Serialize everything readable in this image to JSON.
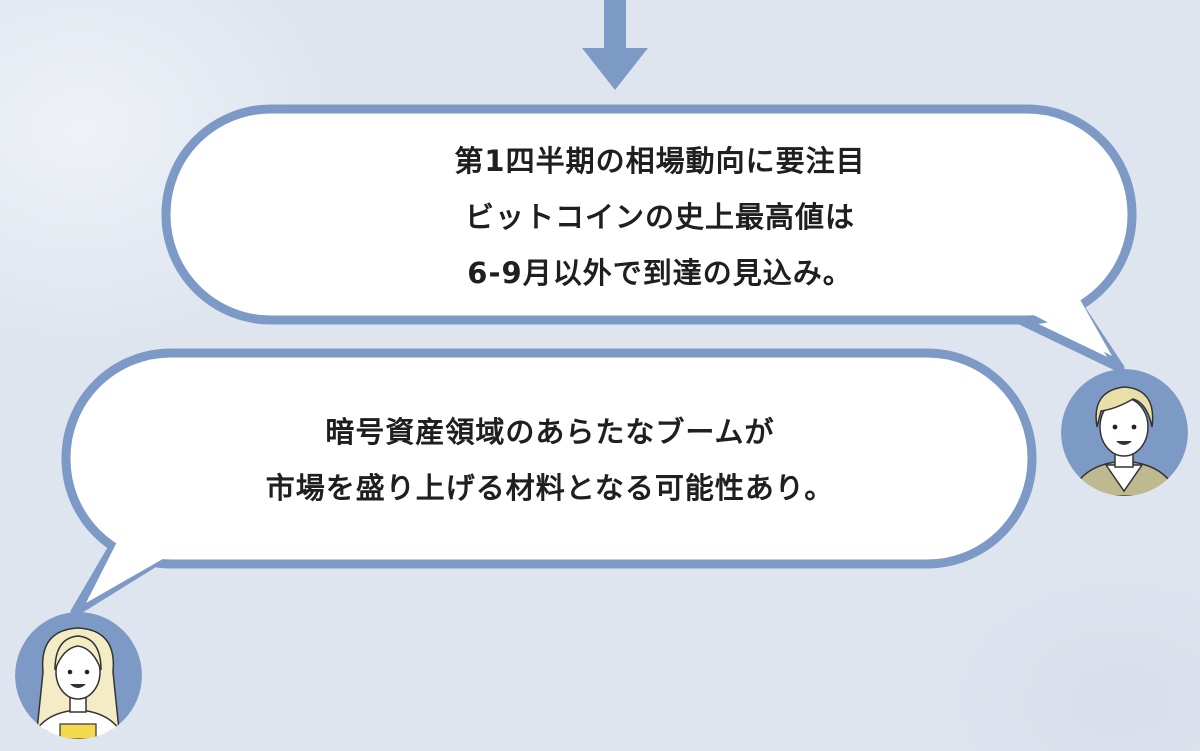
{
  "flow": {
    "arrow_icon": "down-arrow-icon"
  },
  "bubble_top": {
    "lines": [
      "第1四半期の相場動向に要注目",
      "ビットコインの史上最高値は",
      "6-9月以外で到達の見込み。"
    ],
    "avatar_icon": "man-avatar-icon"
  },
  "bubble_bottom": {
    "lines": [
      "暗号資産領域のあらたなブームが",
      "市場を盛り上げる材料となる可能性あり。"
    ],
    "avatar_icon": "woman-avatar-icon"
  },
  "colors": {
    "background": "#dfe5ef",
    "accent": "#7d9ac6",
    "bubble_fill": "#ffffff",
    "text": "#1f1f1f"
  }
}
